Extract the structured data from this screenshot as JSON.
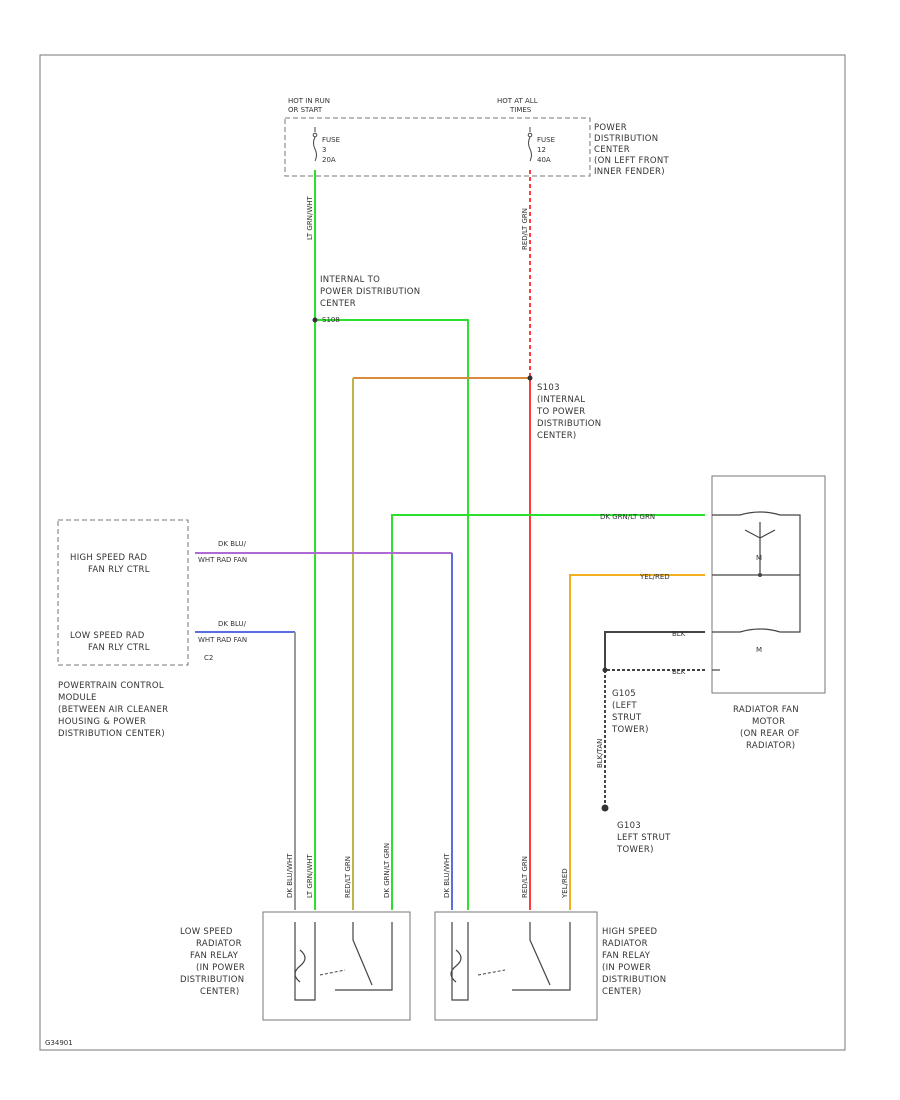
{
  "fuse_box": {
    "hot_run": [
      "HOT IN RUN",
      "OR START"
    ],
    "hot_all": [
      "HOT AT ALL",
      "TIMES"
    ],
    "fuse_a": [
      "FUSE",
      "3",
      "20A"
    ],
    "fuse_b": [
      "FUSE",
      "12",
      "40A"
    ],
    "location": [
      "POWER",
      "DISTRIBUTION",
      "CENTER",
      "(ON LEFT FRONT",
      "INNER FENDER)"
    ]
  },
  "splices": {
    "internal_pdc_1": [
      "INTERNAL TO",
      "POWER DISTRIBUTION",
      "CENTER"
    ],
    "internal_pdc_1_id": "S108",
    "internal_pdc_2": [
      "S103",
      "(INTERNAL",
      "TO POWER",
      "DISTRIBUTION",
      "CENTER)"
    ]
  },
  "pcm": {
    "high_ctrl": [
      "HIGH SPEED RAD",
      "FAN RLY CTRL"
    ],
    "low_ctrl": [
      "LOW SPEED RAD",
      "FAN RLY CTRL"
    ],
    "conn": "C2",
    "wire_high": [
      "DK BLU/",
      "WHT RAD FAN"
    ],
    "wire_low": [
      "DK BLU/",
      "WHT RAD FAN"
    ],
    "location": [
      "POWERTRAIN CONTROL",
      "MODULE",
      "(BETWEEN AIR CLEANER",
      "HOUSING & POWER",
      "DISTRIBUTION CENTER)"
    ]
  },
  "motor": {
    "wire_1": "DK GRN/LT GRN",
    "wire_2": "YEL/RED",
    "wire_3": "BLK",
    "wire_4": "BLK",
    "label": [
      "RADIATOR FAN",
      "MOTOR",
      "(ON REAR OF",
      "RADIATOR)"
    ],
    "m1": "M",
    "m2": "M"
  },
  "grounds": {
    "g1": [
      "G105",
      "(LEFT",
      "STRUT",
      "TOWER)"
    ],
    "g2": [
      "G103",
      "LEFT STRUT",
      "TOWER)"
    ],
    "g_wire": "BLK/TAN"
  },
  "relays": {
    "low": [
      "LOW SPEED",
      "RADIATOR",
      "FAN RELAY",
      "(IN POWER",
      "DISTRIBUTION",
      "CENTER)"
    ],
    "high": [
      "HIGH SPEED",
      "RADIATOR",
      "FAN RELAY",
      "(IN POWER",
      "DISTRIBUTION",
      "CENTER)"
    ]
  },
  "wire_tags": {
    "v1": "DK BLU/WHT",
    "v2": "LT GRN/WHT",
    "v3": "RED/LT GRN",
    "v4": "DK GRN/LT GRN",
    "v5": "DK BLU/WHT",
    "v6": "RED/LT GRN",
    "v7": "YEL/RED",
    "top_green": "LT GRN/WHT",
    "top_red": "RED/LT GRN"
  },
  "footer": "G34901",
  "colors": {
    "green": "#2ee02e",
    "red": "#ff3b3b",
    "orange": "#d98a3d",
    "olive": "#bdb54a",
    "purple": "#b06ad6",
    "blue": "#5a6ee0",
    "yellow": "#f0b020",
    "black": "#333333",
    "white_wire": "#999999"
  }
}
